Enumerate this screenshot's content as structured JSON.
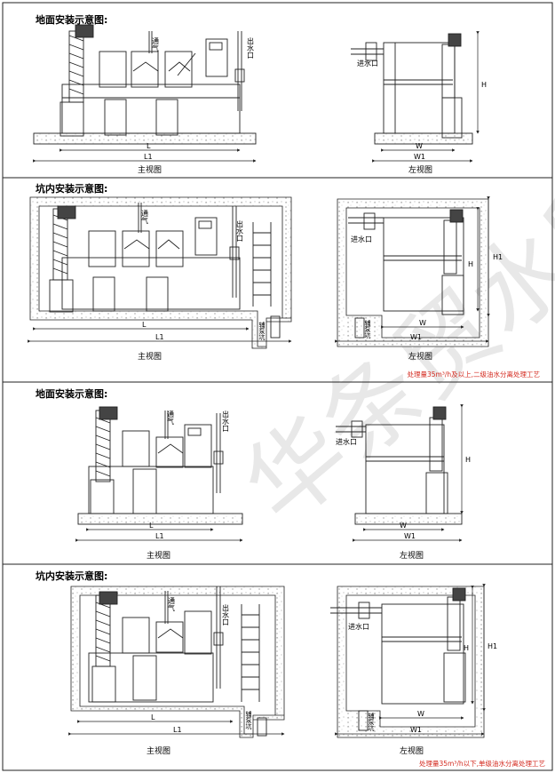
{
  "panels": [
    {
      "title": "地面安装示意图:",
      "front_view_label": "主视图",
      "side_view_label": "左视图",
      "vent_label": "通气",
      "outlet_label": "出水口",
      "inlet_label": "进水口",
      "dims_front": {
        "L": "L",
        "L1": "L1"
      },
      "dims_side": {
        "W": "W",
        "W1": "W1",
        "H": "H"
      }
    },
    {
      "title": "坑内安装示意图:",
      "front_view_label": "主视图",
      "side_view_label": "左视图",
      "vent_label": "通气",
      "outlet_label": "出水口",
      "inlet_label": "进水口",
      "pit_label": "辅泵坑",
      "dims_front": {
        "L": "L",
        "L1": "L1"
      },
      "dims_side": {
        "W": "W",
        "W1": "W1",
        "H": "H",
        "H1": "H1"
      },
      "note": "处理量35m³/h及以上,二级油水分离处理工艺"
    },
    {
      "title": "地面安装示意图:",
      "front_view_label": "主视图",
      "side_view_label": "左视图",
      "vent_label": "通气",
      "outlet_label": "出水口",
      "inlet_label": "进水口",
      "dims_front": {
        "L": "L",
        "L1": "L1"
      },
      "dims_side": {
        "W": "W",
        "W1": "W1",
        "H": "H"
      }
    },
    {
      "title": "坑内安装示意图:",
      "front_view_label": "主视图",
      "side_view_label": "左视图",
      "vent_label": "通气",
      "outlet_label": "出水口",
      "inlet_label": "进水口",
      "pit_label": "辅泵坑",
      "dims_front": {
        "L": "L",
        "L1": "L1"
      },
      "dims_side": {
        "W": "W",
        "W1": "W1",
        "H": "H",
        "H1": "H1"
      },
      "note": "处理量35m³/h以下,单级油水分离处理工艺"
    }
  ],
  "watermark": "华条贸水印",
  "colors": {
    "line": "#222222",
    "note": "#d42a1f",
    "watermark": "#e4e4e4"
  }
}
